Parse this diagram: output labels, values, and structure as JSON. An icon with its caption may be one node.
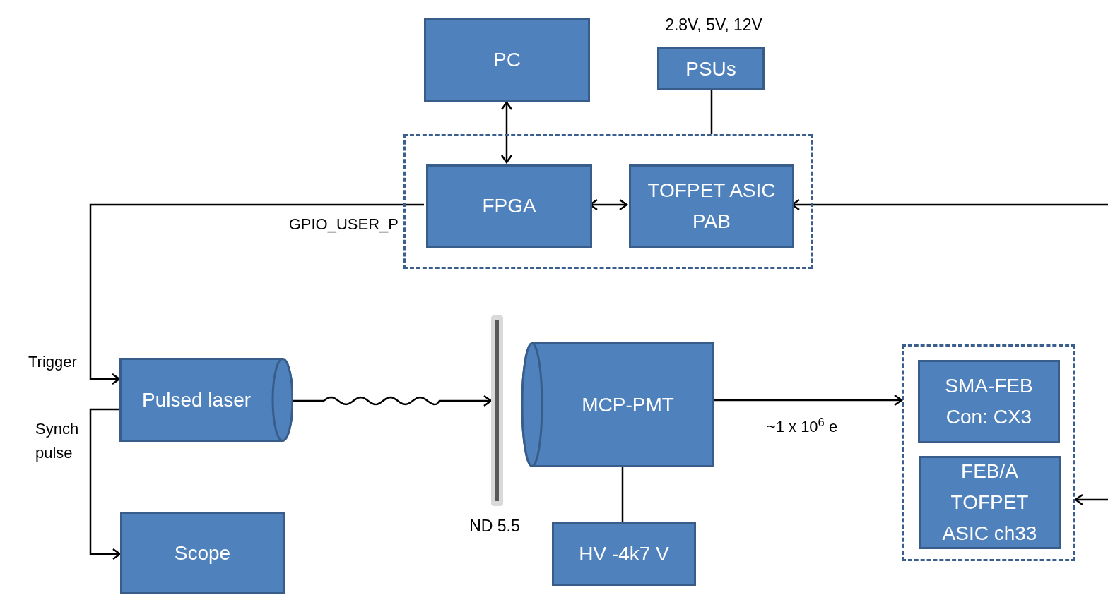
{
  "diagram": {
    "nodes": [
      {
        "text": [
          "PC"
        ]
      },
      {
        "text": [
          "PSUs"
        ],
        "beside": [
          "2.8V, 5V, 12V"
        ]
      },
      {
        "text": [],
        "shape": "box"
      },
      {
        "text": [
          "FPGA"
        ],
        "in": 2
      },
      {
        "text": [
          "TOFPET ASIC PAB"
        ],
        "in": 2
      },
      {
        "text": [
          "Pulsed laser"
        ]
      },
      {
        "text": [
          "Scope"
        ]
      },
      {
        "text": [],
        "shape": "bar",
        "beside": [
          "ND 5.5"
        ]
      },
      {
        "text": [
          "MCP-PMT"
        ]
      },
      {
        "text": [
          "HV -4k7 V"
        ]
      },
      {
        "text": [],
        "shape": "box"
      },
      {
        "text": [
          "SMA-FEB Con: CX3"
        ],
        "in": 10
      },
      {
        "text": [
          "FEB/A TOFPET ASIC ch33"
        ],
        "in": 10
      }
    ],
    "edges": [
      {
        "from": 0,
        "to": 3,
        "arrow": "both"
      },
      {
        "from": 1,
        "to": 2,
        "arrow": "none"
      },
      {
        "from": 3,
        "to": 4,
        "arrow": "both"
      },
      {
        "from": null,
        "to": 4,
        "arrow": "to"
      },
      {
        "from": 3,
        "to": 5,
        "arrow": "to",
        "label": "GPIO_USER_P"
      },
      {
        "from": 5,
        "to": 6,
        "arrow": "to",
        "label": "Synch pulse"
      },
      {
        "from": 5,
        "to": 7,
        "arrow": "to"
      },
      {
        "from": 8,
        "to": 10,
        "arrow": "to",
        "label": "~1 x 10$^{6}$ e"
      },
      {
        "from": 8,
        "to": 9,
        "arrow": "none"
      },
      {
        "from": null,
        "to": 10,
        "arrow": "to"
      }
    ],
    "labels": [
      "Trigger"
    ]
  }
}
